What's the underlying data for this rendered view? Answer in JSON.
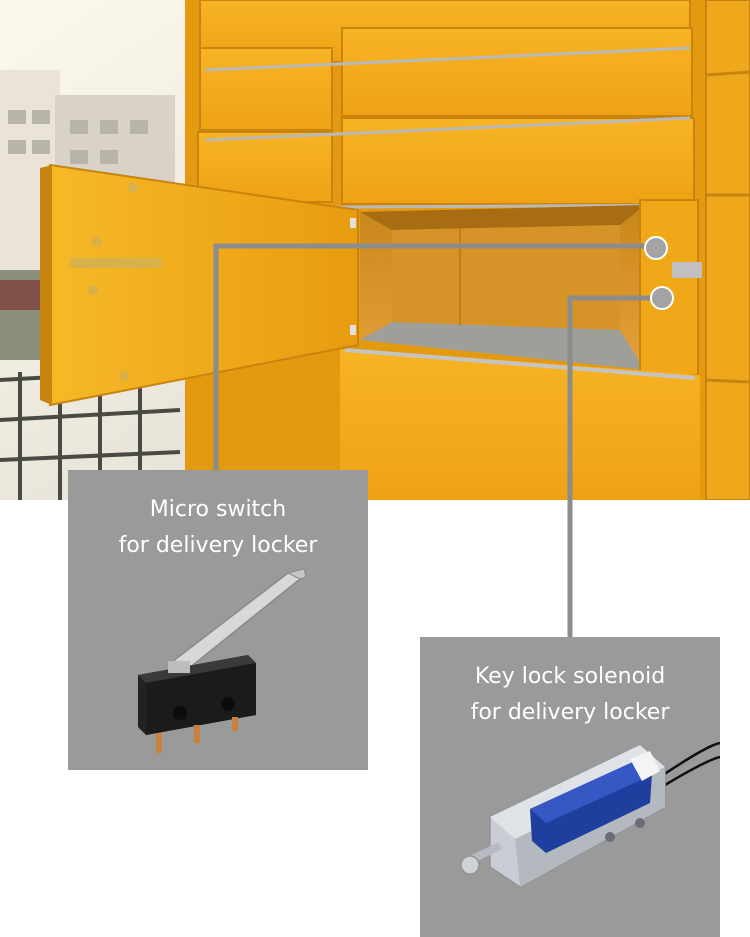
{
  "callouts": {
    "micro_switch": {
      "line1": "Micro switch",
      "line2": "for delivery locker",
      "icon": "micro-switch-icon"
    },
    "solenoid": {
      "line1": "Key lock solenoid",
      "line2": "for delivery locker",
      "icon": "solenoid-icon"
    }
  },
  "colors": {
    "locker_yellow": "#f2a91a",
    "callout_panel": "#9a9a9a",
    "leader_line": "#8c8c8c",
    "caption_text": "#ffffff"
  }
}
